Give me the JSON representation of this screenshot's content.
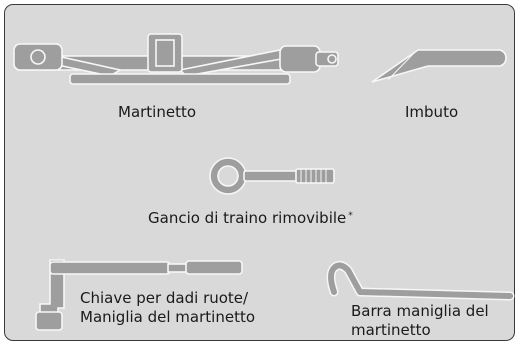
{
  "items": {
    "jack": {
      "label": "Martinetto"
    },
    "funnel": {
      "label": "Imbuto"
    },
    "tow_hook": {
      "label": "Gancio di traino rimovibile",
      "mark": "*"
    },
    "wrench": {
      "label_line1": "Chiave per dadi ruote/",
      "label_line2": "Maniglia del martinetto"
    },
    "handle_bar": {
      "label_line1": "Barra maniglia del",
      "label_line2": "martinetto"
    }
  },
  "colors": {
    "panel": "#d9d9d9",
    "tool": "#9e9e9e",
    "outline": "#f7f7f7",
    "border": "#3a3a3a"
  }
}
